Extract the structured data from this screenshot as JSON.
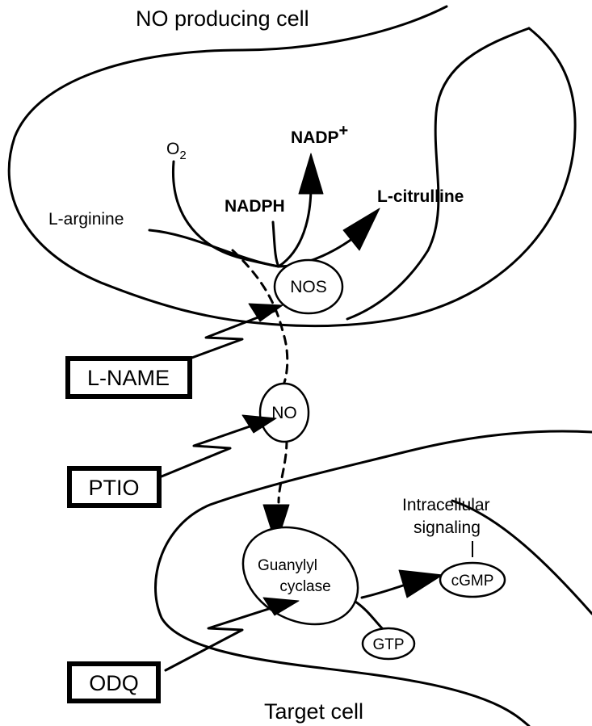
{
  "labels": {
    "top_cell": "NO producing cell",
    "bottom_cell": "Target cell",
    "o2_main": "O",
    "o2_sub": "2",
    "nadp_main": "NADP",
    "nadp_sup": "+",
    "nadph": "NADPH",
    "l_citrulline": "L-citrulline",
    "l_arginine": "L-arginine",
    "nos": "NOS",
    "no": "NO",
    "guanylyl_line1": "Guanylyl",
    "guanylyl_line2": "cyclase",
    "cgmp": "cGMP",
    "gtp": "GTP",
    "intracellular_line1": "Intracellular",
    "intracellular_line2": "signaling"
  },
  "inhibitors": [
    {
      "label": "L-NAME",
      "target": "NOS"
    },
    {
      "label": "PTIO",
      "target": "NO"
    },
    {
      "label": "ODQ",
      "target": "Guanylyl cyclase"
    }
  ]
}
